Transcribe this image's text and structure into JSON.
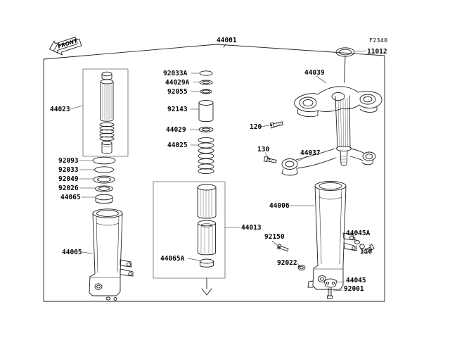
{
  "diagram": {
    "assembly": "44001",
    "sheet_code": "F2340",
    "front_badge": "FRONT"
  },
  "labels": {
    "p11012": "11012",
    "p44039": "44039",
    "p92033a": "92033A",
    "p44029a": "44029A",
    "p92055": "92055",
    "p92143": "92143",
    "p44029": "44029",
    "p44025": "44025",
    "p44023": "44023",
    "p120": "120",
    "p130": "130",
    "p44037": "44037",
    "p92093": "92093",
    "p92033": "92033",
    "p92049": "92049",
    "p92026": "92026",
    "p44065": "44065",
    "p44006": "44006",
    "p44013": "44013",
    "p92150": "92150",
    "p44045a": "44045A",
    "p110": "110",
    "p44005": "44005",
    "p44065a": "44065A",
    "p92022": "92022",
    "p44045": "44045",
    "p92001": "92001"
  },
  "colors": {
    "line": "#1f1f1f",
    "background": "#ffffff",
    "text": "#000000"
  }
}
